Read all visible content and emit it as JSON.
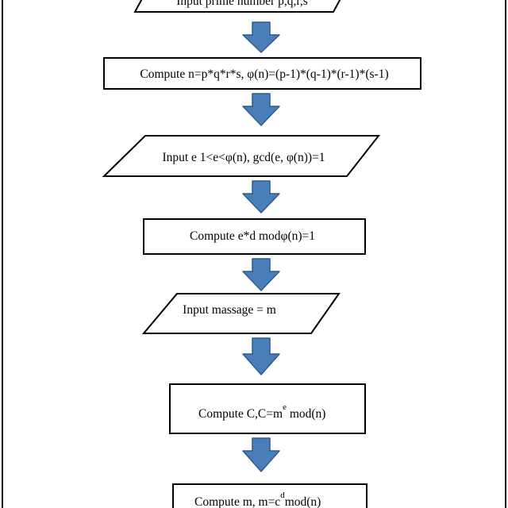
{
  "flowchart": {
    "steps": [
      {
        "shape": "parallelogram",
        "text": "Input prime number p,q,r,s"
      },
      {
        "shape": "rectangle",
        "text": "Compute n=p*q*r*s,  φ(n)=(p-1)*(q-1)*(r-1)*(s-1)"
      },
      {
        "shape": "parallelogram",
        "text": "Input e 1<e<φ(n), gcd(e, φ(n))=1"
      },
      {
        "shape": "rectangle",
        "text": "Compute e*d modφ(n)=1"
      },
      {
        "shape": "parallelogram",
        "text": "Input massage = m"
      },
      {
        "shape": "rectangle",
        "text": "Compute C,C=m",
        "sup": "e",
        "tail": " mod(n)"
      },
      {
        "shape": "rectangle",
        "text": "Compute m, m=c",
        "sup": "d",
        "tail": "mod(n)"
      }
    ]
  },
  "colors": {
    "arrow_fill": "#4a7ebb",
    "arrow_stroke": "#2f5a8c",
    "shape_stroke": "#000000",
    "frame_stroke": "#000000"
  }
}
